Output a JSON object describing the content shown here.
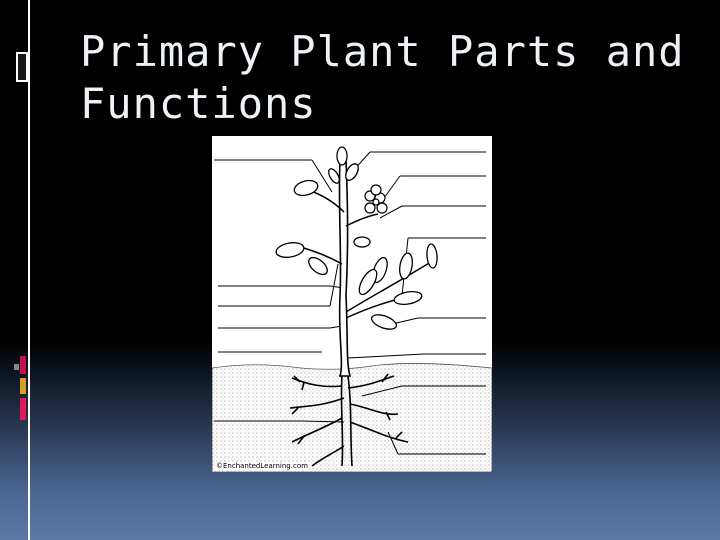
{
  "slide": {
    "title": "Primary Plant Parts and\nFunctions",
    "colors": {
      "background": "#000000",
      "title": "#eef2f7",
      "accent_red": "#c8124d",
      "accent_gold": "#d4a020",
      "gradient_bottom": "#5b79a8"
    }
  },
  "figure": {
    "credit": "©EnchantedLearning.com",
    "icon": "plant-diagram"
  }
}
